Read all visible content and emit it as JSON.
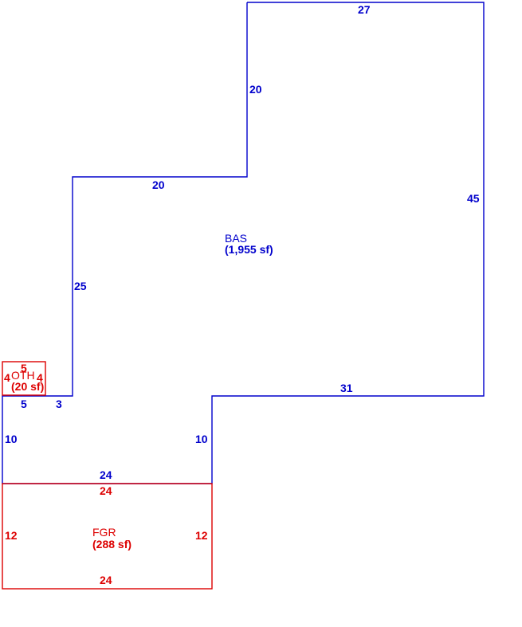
{
  "colors": {
    "bas": "#0000cc",
    "fgr": "#dd0000",
    "oth": "#dd0000"
  },
  "areas": [
    {
      "id": "bas",
      "code": "BAS",
      "size": "(1,955 sf)"
    },
    {
      "id": "fgr",
      "code": "FGR",
      "size": "(288 sf)"
    },
    {
      "id": "oth",
      "code": "OTH",
      "size": "(20 sf)"
    }
  ],
  "dimensions": {
    "bas": [
      "27",
      "20",
      "45",
      "20",
      "25",
      "31",
      "5",
      "3",
      "10",
      "10",
      "24"
    ],
    "fgr": [
      "24",
      "12",
      "12",
      "24"
    ],
    "oth": [
      "5",
      "4",
      "4"
    ]
  }
}
